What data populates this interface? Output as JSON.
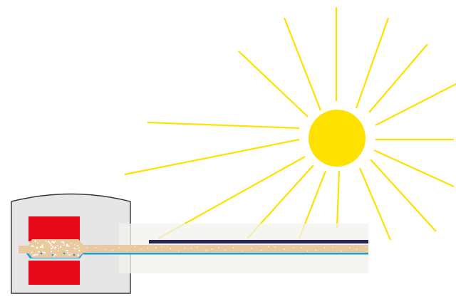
{
  "colors": {
    "background": "#ffffff",
    "sun": "#ffe100",
    "sun_rays": "#ffe100",
    "housing_fill": "#e6e6e6",
    "housing_stroke": "#333333",
    "magnet": "#e8091b",
    "tube": "#e9c9a0",
    "tube_particles": "#ffffff",
    "water": "#1aa0e0",
    "cover_strip": "#25235a",
    "glass_panel": "#f2f2ec"
  },
  "icons": {
    "sun": "sun-icon",
    "housing": "chamber-housing",
    "magnets": "magnet-block",
    "tube": "collector-tube",
    "panel": "glass-panel"
  }
}
